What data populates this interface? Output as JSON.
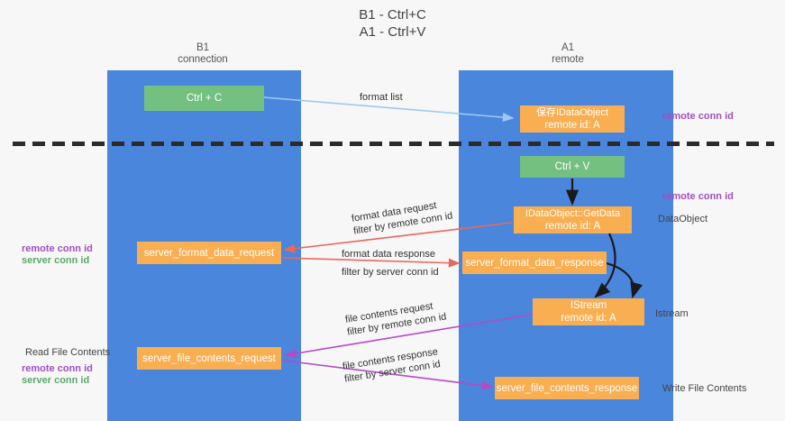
{
  "title": {
    "line1": "B1 - Ctrl+C",
    "line2": "A1 - Ctrl+V"
  },
  "columns": [
    {
      "name": "B1",
      "sub": "connection"
    },
    {
      "name": "A1",
      "sub": "remote"
    }
  ],
  "nodes": {
    "ctrl_c": {
      "label": "Ctrl + C",
      "sub": "",
      "color": "#73c081"
    },
    "save_idataobject": {
      "label": "保存IDataObject",
      "sub": "remote id: A",
      "color": "#f9ae51"
    },
    "ctrl_v": {
      "label": "Ctrl + V",
      "sub": "",
      "color": "#73c081"
    },
    "getdata": {
      "label": "IDataObject::GetData",
      "sub": "remote id: A",
      "color": "#f9ae51"
    },
    "server_format_data_request": {
      "label": "server_format_data_request",
      "sub": "",
      "color": "#f9ae51"
    },
    "server_format_data_response": {
      "label": "server_format_data_response",
      "sub": "",
      "color": "#f9ae51"
    },
    "istream": {
      "label": "IStream",
      "sub": "remote id: A",
      "color": "#f9ae51"
    },
    "server_file_contents_request": {
      "label": "server_file_contents_request",
      "sub": "",
      "color": "#f9ae51"
    },
    "server_file_contents_response": {
      "label": "server_file_contents_response",
      "sub": "",
      "color": "#f9ae51"
    }
  },
  "annotations": {
    "format_list": "format list",
    "format_data_request": "format data request",
    "format_data_response": "format data response",
    "file_contents_request": "file contents request",
    "file_contents_response": "file contents response",
    "filter_by": "filter by",
    "remote_conn_id": "remote conn id",
    "server_conn_id": "server conn id"
  },
  "side_labels": {
    "remote_conn_id_top": "remote conn id",
    "remote_conn_id_mid": "remote conn id",
    "dataobject": "DataObject",
    "istream": "Istream",
    "write_file_contents": "Write File Contents",
    "read_file_contents": "Read File Contents",
    "left_remote_conn_id_1": "remote conn id",
    "left_server_conn_id_1": "server conn id",
    "left_remote_conn_id_2": "remote conn id",
    "left_server_conn_id_2": "server conn id"
  },
  "colors": {
    "lane": "#4a86dc",
    "green_node": "#73c081",
    "orange_node": "#f9ae51",
    "purple_text": "#a04fc0",
    "green_text": "#5aa96a",
    "arrow_blue": "#9ec8ef",
    "arrow_red": "#e8685d",
    "arrow_magenta": "#b44bc4",
    "arrow_black": "#1a1a1a",
    "divider": "#2b2b2b",
    "background": "#f7f7f7"
  }
}
